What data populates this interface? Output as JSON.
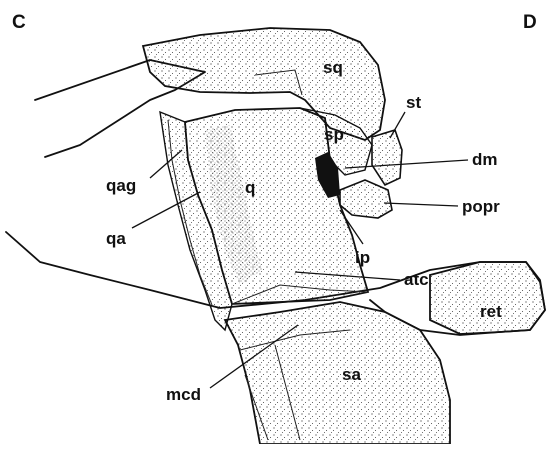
{
  "panels": {
    "left": "C",
    "right": "D"
  },
  "labels": {
    "sq": "sq",
    "st": "st",
    "sp": "sp",
    "dm": "dm",
    "qag": "qag",
    "q": "q",
    "popr": "popr",
    "qa": "qa",
    "ip": "ip",
    "atc": "atc",
    "ret": "ret",
    "mcd": "mcd",
    "sa": "sa"
  }
}
